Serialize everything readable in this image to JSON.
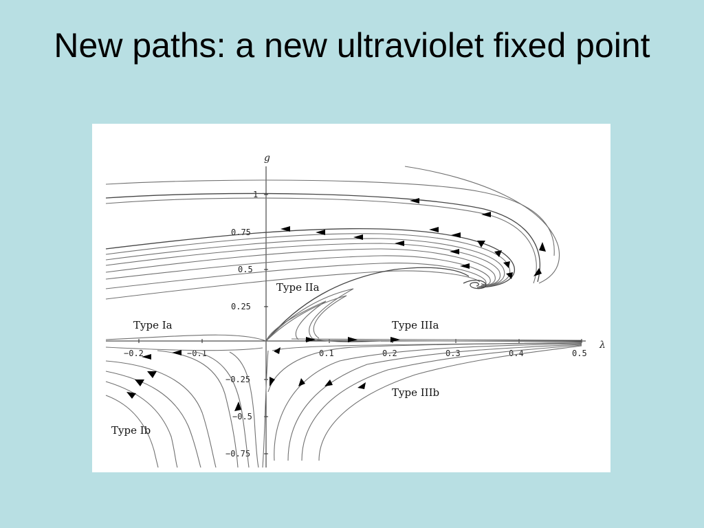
{
  "slide": {
    "title": "New paths: a new ultraviolet fixed point"
  },
  "figure": {
    "axes": {
      "x_label": "λ",
      "y_label": "g",
      "x_ticks": [
        "−0.2",
        "−0.1",
        "0.1",
        "0.2",
        "0.3",
        "0.4",
        "0.5"
      ],
      "y_ticks": [
        "1",
        "0.75",
        "0.5",
        "0.25",
        "−0.25",
        "−0.5",
        "−0.75"
      ],
      "x_range": [
        -0.25,
        0.5
      ],
      "y_range": [
        -0.8,
        1.2
      ]
    },
    "regions": {
      "type_ia": "Type Ia",
      "type_ib": "Type Ib",
      "type_iia": "Type IIa",
      "type_iiia": "Type IIIa",
      "type_iiib": "Type IIIb"
    },
    "colors": {
      "background": "#b8dfe3",
      "panel": "#ffffff",
      "curves": "#6f6f6f",
      "arrows": "#000000"
    }
  }
}
